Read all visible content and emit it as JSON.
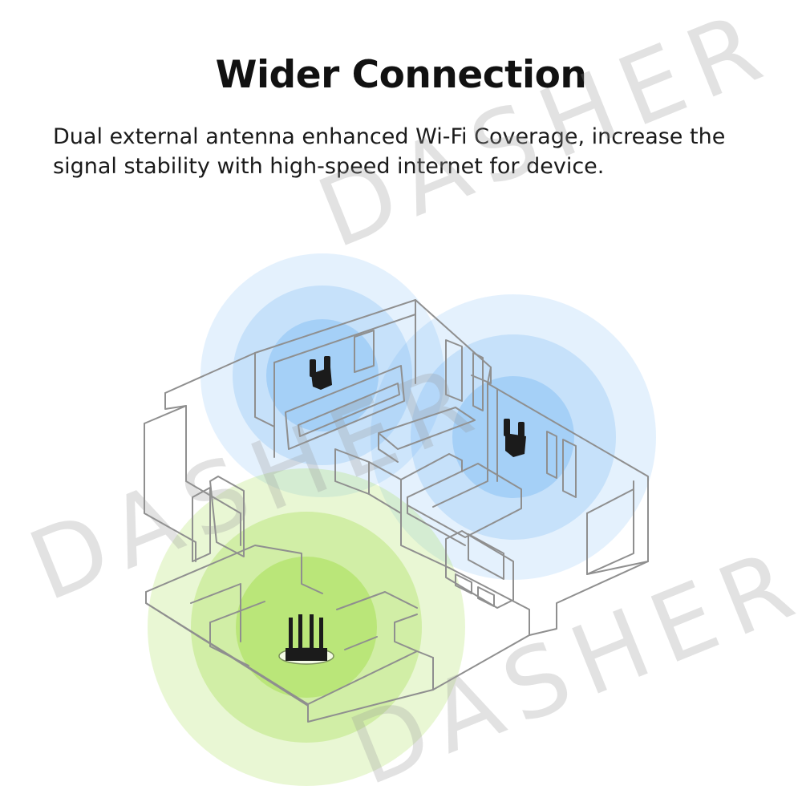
{
  "title": "Wider Connection",
  "subtitle": "Dual external antenna enhanced Wi-Fi Coverage, increase the signal stability with high-speed internet for device.",
  "watermark": "DASHER",
  "colors": {
    "main_router_signal": "#9bdc3c",
    "extender_signal": "#5aa8f2",
    "device": "#1b1b1b",
    "walls": "#9a9a9a"
  },
  "icons": [
    "main-router-icon",
    "wifi-extender-icon"
  ]
}
